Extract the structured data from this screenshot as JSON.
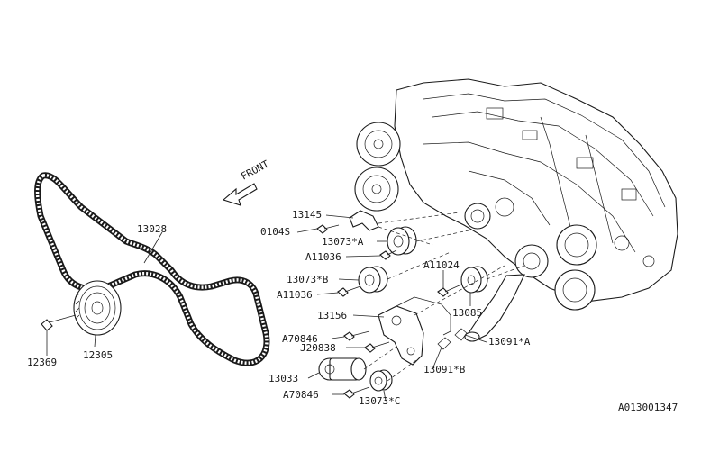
{
  "diagram": {
    "direction_label": "FRONT",
    "reference_code": "A013001347",
    "callouts": [
      {
        "id": "13028",
        "text": "13028"
      },
      {
        "id": "12305",
        "text": "12305"
      },
      {
        "id": "12369",
        "text": "12369"
      },
      {
        "id": "13145",
        "text": "13145"
      },
      {
        "id": "0104S",
        "text": "0104S"
      },
      {
        "id": "13073A",
        "text": "13073*A"
      },
      {
        "id": "A11036a",
        "text": "A11036"
      },
      {
        "id": "13073B",
        "text": "13073*B"
      },
      {
        "id": "A11036b",
        "text": "A11036"
      },
      {
        "id": "13156",
        "text": "13156"
      },
      {
        "id": "A70846a",
        "text": "A70846"
      },
      {
        "id": "J20838",
        "text": "J20838"
      },
      {
        "id": "13033",
        "text": "13033"
      },
      {
        "id": "A70846b",
        "text": "A70846"
      },
      {
        "id": "13073C",
        "text": "13073*C"
      },
      {
        "id": "A11024",
        "text": "A11024"
      },
      {
        "id": "13085",
        "text": "13085"
      },
      {
        "id": "13091A",
        "text": "13091*A"
      },
      {
        "id": "13091B",
        "text": "13091*B"
      }
    ]
  }
}
